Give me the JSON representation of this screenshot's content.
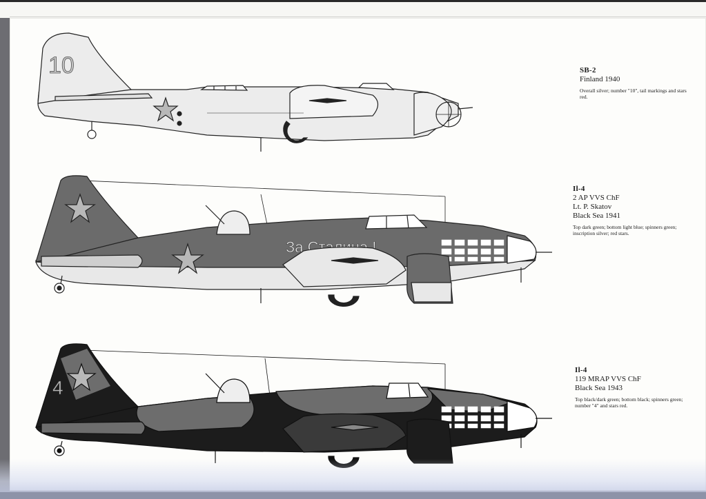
{
  "plates": [
    {
      "aircraft": "SB-2",
      "lines": [
        "Finland 1940"
      ],
      "description": "Overall silver; number \"10\", tail markings and stars red.",
      "tail_number": "10",
      "colors": {
        "fuselage": "#ececec",
        "outline": "#222222",
        "marking": "#b8b8b8"
      }
    },
    {
      "aircraft": "Il-4",
      "lines": [
        "2 AP VVS ChF",
        "Lt. P. Skatov",
        "Black Sea 1941"
      ],
      "description": "Top dark green; bottom light blue; spinners green; inscription silver; red stars.",
      "inscription": "За Сталина !",
      "colors": {
        "top": "#6b6b6b",
        "bottom": "#e6e6e6",
        "outline": "#222222"
      }
    },
    {
      "aircraft": "Il-4",
      "lines": [
        "119 MRAP VVS ChF",
        "Black Sea 1943"
      ],
      "description": "Top black/dark green; bottom black; spinners green; number \"4\" and stars red.",
      "tail_number": "4",
      "colors": {
        "top": "#1c1c1c",
        "camo": "#6d6d6d",
        "outline": "#111111"
      }
    }
  ]
}
